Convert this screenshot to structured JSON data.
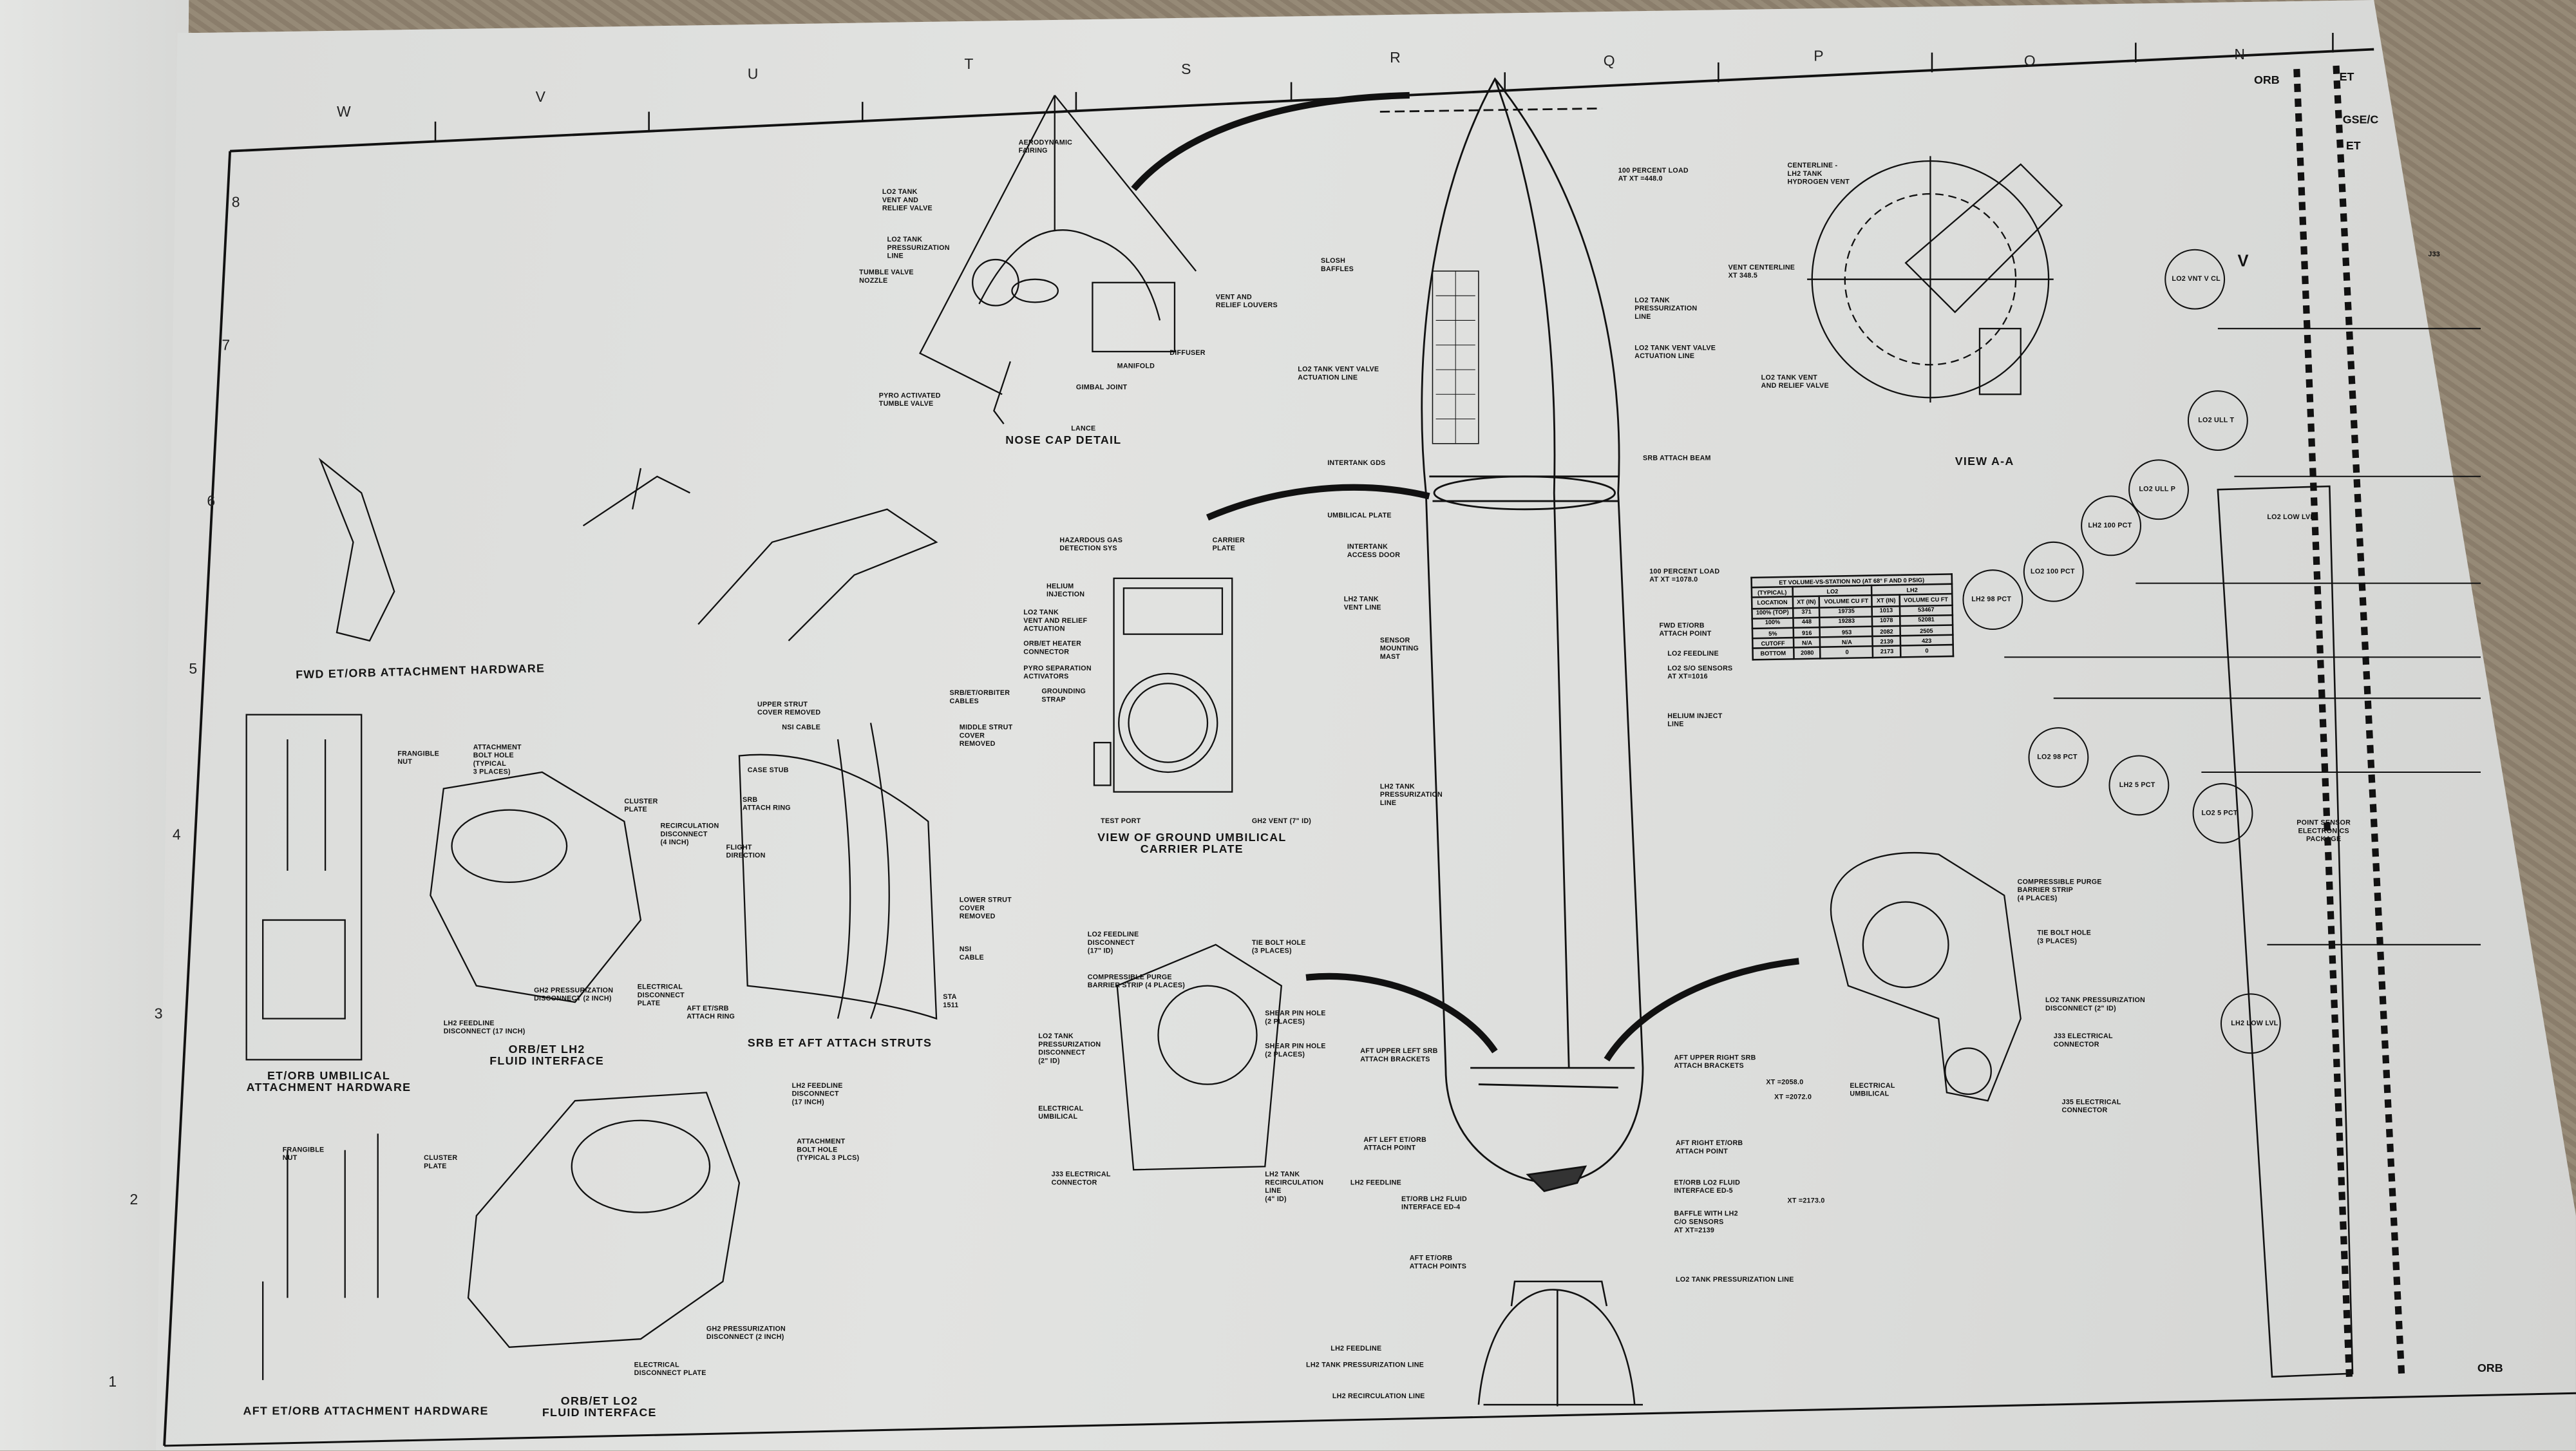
{
  "grid": {
    "columns": [
      "W",
      "V",
      "U",
      "T",
      "S",
      "R",
      "Q",
      "P",
      "O",
      "N"
    ],
    "rows": [
      "8",
      "7",
      "6",
      "5",
      "4",
      "3",
      "2",
      "1"
    ]
  },
  "captions": {
    "nose_cap": "NOSE CAP DETAIL",
    "fwd_attach": "FWD ET/ORB ATTACHMENT HARDWARE",
    "umbilical_attach": "ET/ORB UMBILICAL\nATTACHMENT HARDWARE",
    "lh2_interface": "ORB/ET LH2\nFLUID INTERFACE",
    "srb_struts": "SRB ET AFT ATTACH STRUTS",
    "ground_umbilical": "VIEW OF GROUND UMBILICAL\nCARRIER PLATE",
    "view_aa": "VIEW A-A",
    "aft_attach": "AFT ET/ORB ATTACHMENT HARDWARE",
    "lo2_interface": "ORB/ET LO2\nFLUID INTERFACE"
  },
  "right_panel": {
    "orb_top": "ORB",
    "et_top": "ET",
    "gse": "GSE/C",
    "et_mid": "ET",
    "orb_bottom": "ORB",
    "connector": "J33",
    "vmc": "V",
    "point_sensor": "POINT SENSOR\nELECTRONICS\nPACKAGE"
  },
  "sensor_badges": [
    "LO2 VNT V CL",
    "LO2 ULL T",
    "LO2 ULL P",
    "LH2 100 PCT",
    "LO2 100 PCT",
    "LH2 98 PCT",
    "LO2 98 PCT",
    "LH2 5 PCT",
    "LO2 5 PCT",
    "LH2 LOW LVL",
    "LO2 LOW LVL"
  ],
  "volume_table": {
    "title": "ET VOLUME-VS-STATION NO (AT 68° F AND 0 PSIG)",
    "typical": "(TYPICAL)",
    "groups": [
      "LO2",
      "LH2"
    ],
    "headers": [
      "LOCATION",
      "XT (IN)",
      "VOLUME CU FT",
      "XT (IN)",
      "VOLUME CU FT"
    ],
    "rows": [
      [
        "100% (TOP)",
        "371",
        "19735",
        "1013",
        "53467"
      ],
      [
        "100%",
        "448",
        "19283",
        "1078",
        "52081"
      ],
      [
        "5%",
        "916",
        "953",
        "2082",
        "2505"
      ],
      [
        "CUTOFF",
        "N/A",
        "N/A",
        "2139",
        "423"
      ],
      [
        "BOTTOM",
        "2080",
        "0",
        "2173",
        "0"
      ]
    ]
  },
  "callouts": [
    "AERODYNAMIC\nFAIRING",
    "LO2 TANK\nVENT AND\nRELIEF VALVE",
    "LO2 TANK\nPRESSURIZATION\nLINE",
    "TUMBLE VALVE\nNOZZLE",
    "VENT AND\nRELIEF LOUVERS",
    "MANIFOLD",
    "DIFFUSER",
    "GIMBAL JOINT",
    "PYRO ACTIVATED\nTUMBLE VALVE",
    "LANCE",
    "100 PERCENT LOAD\nAT XT =448.0",
    "LO2 TANK\nPRESSURIZATION\nLINE",
    "LO2 TANK VENT VALVE\nACTUATION LINE",
    "VENT CENTERLINE\nXT 348.5",
    "CENTERLINE -\nLH2 TANK\nHYDROGEN VENT",
    "LO2 TANK VENT\nAND RELIEF VALVE",
    "SLOSH\nBAFFLES",
    "LO2 TANK VENT VALVE\nACTUATION LINE",
    "INTERTANK GDS",
    "UMBILICAL PLATE",
    "INTERTANK\nACCESS DOOR",
    "LH2 TANK\nVENT LINE",
    "SENSOR\nMOUNTING\nMAST",
    "SRB ATTACH BEAM",
    "100 PERCENT LOAD\nAT XT =1078.0",
    "FWD ET/ORB\nATTACH POINT",
    "LO2 FEEDLINE",
    "LO2 S/O SENSORS\nAT XT=1016",
    "HELIUM INJECT\nLINE",
    "LH2 TANK\nPRESSURIZATION\nLINE",
    "HAZARDOUS GAS\nDETECTION SYS",
    "CARRIER\nPLATE",
    "HELIUM\nINJECTION",
    "LO2 TANK\nVENT AND RELIEF\nACTUATION",
    "ORB/ET HEATER\nCONNECTOR",
    "PYRO SEPARATION\nACTIVATORS",
    "GROUNDING\nSTRAP",
    "TEST PORT",
    "GH2 VENT (7\" ID)",
    "SRB/ET/ORBITER\nCABLES",
    "UPPER STRUT\nCOVER REMOVED",
    "NSI CABLE",
    "CASE STUB",
    "SRB\nATTACH RING",
    "FLIGHT\nDIRECTION",
    "AFT ET/SRB\nATTACH RING",
    "MIDDLE STRUT\nCOVER\nREMOVED",
    "LOWER STRUT\nCOVER\nREMOVED",
    "NSI\nCABLE",
    "STA\n1511",
    "FRANGIBLE\nNUT",
    "ATTACHMENT\nBOLT HOLE\n(TYPICAL\n3 PLACES)",
    "CLUSTER\nPLATE",
    "RECIRCULATION\nDISCONNECT\n(4 INCH)",
    "GH2 PRESSURIZATION\nDISCONNECT (2 INCH)",
    "ELECTRICAL\nDISCONNECT\nPLATE",
    "LH2 FEEDLINE\nDISCONNECT (17 INCH)",
    "LO2 FEEDLINE\nDISCONNECT\n(17\" ID)",
    "COMPRESSIBLE PURGE\nBARRIER STRIP (4 PLACES)",
    "TIE BOLT HOLE\n(3 PLACES)",
    "SHEAR PIN HOLE\n(2 PLACES)",
    "LO2 TANK PRESSURIZATION\nDISCONNECT (2\" ID)",
    "J33 ELECTRICAL\nCONNECTOR",
    "ELECTRICAL\nUMBILICAL",
    "J35 ELECTRICAL\nCONNECTOR",
    "AFT UPPER LEFT SRB\nATTACH BRACKETS",
    "AFT UPPER RIGHT SRB\nATTACH BRACKETS",
    "AFT LEFT ET/ORB\nATTACH POINT",
    "AFT RIGHT ET/ORB\nATTACH POINT",
    "LH2 FEEDLINE",
    "ET/ORB LH2 FLUID\nINTERFACE ED-4",
    "ET/ORB LO2 FLUID\nINTERFACE ED-5",
    "BAFFLE WITH LH2\nC/O SENSORS\nAT XT=2139",
    "XT =2058.0",
    "XT =2072.0",
    "XT =2173.0",
    "AFT ET/ORB\nATTACH POINTS",
    "LO2 TANK PRESSURIZATION LINE",
    "LH2 FEEDLINE",
    "LH2 TANK PRESSURIZATION LINE",
    "LH2 RECIRCULATION LINE",
    "LH2 FEEDLINE\nDISCONNECT\n(17 INCH)",
    "ATTACHMENT\nBOLT HOLE\n(TYPICAL 3 PLCS)",
    "FRANGIBLE\nNUT",
    "CLUSTER\nPLATE",
    "GH2 PRESSURIZATION\nDISCONNECT (2 INCH)",
    "ELECTRICAL\nDISCONNECT PLATE",
    "SHEAR PIN HOLE\n(2 PLACES)",
    "COMPRESSIBLE PURGE\nBARRIER STRIP\n(4 PLACES)",
    "TIE BOLT HOLE\n(3 PLACES)",
    "LO2 TANK\nPRESSURIZATION\nDISCONNECT\n(2\" ID)",
    "ELECTRICAL\nUMBILICAL",
    "J33 ELECTRICAL\nCONNECTOR",
    "LH2 TANK\nRECIRCULATION\nLINE\n(4\" ID)"
  ]
}
